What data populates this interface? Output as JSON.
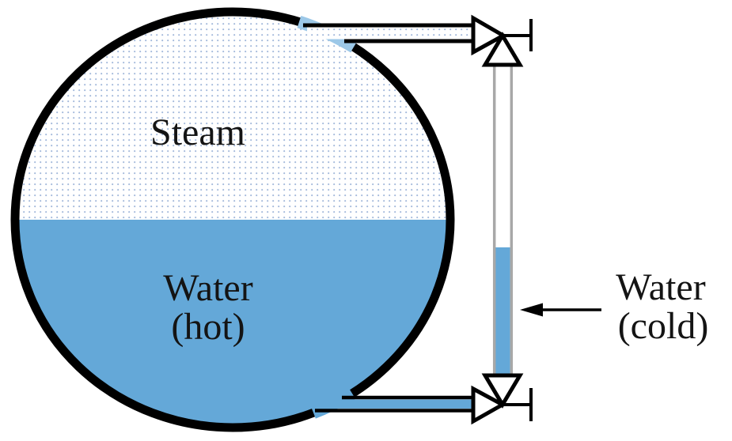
{
  "figure": {
    "labels": {
      "steam": "Steam",
      "water_hot_line1": "Water",
      "water_hot_line2": "(hot)",
      "water_cold_line1": "Water",
      "water_cold_line2": "(cold)"
    },
    "colors": {
      "water_blue": "#64A8D8",
      "steam_dot_blue": "#9FB6DA",
      "tank_opening_light_blue": "#9CC8E8",
      "pipe_wall_gray": "#A8A8A8",
      "line_black": "#000000",
      "background_white": "#FFFFFF"
    }
  }
}
